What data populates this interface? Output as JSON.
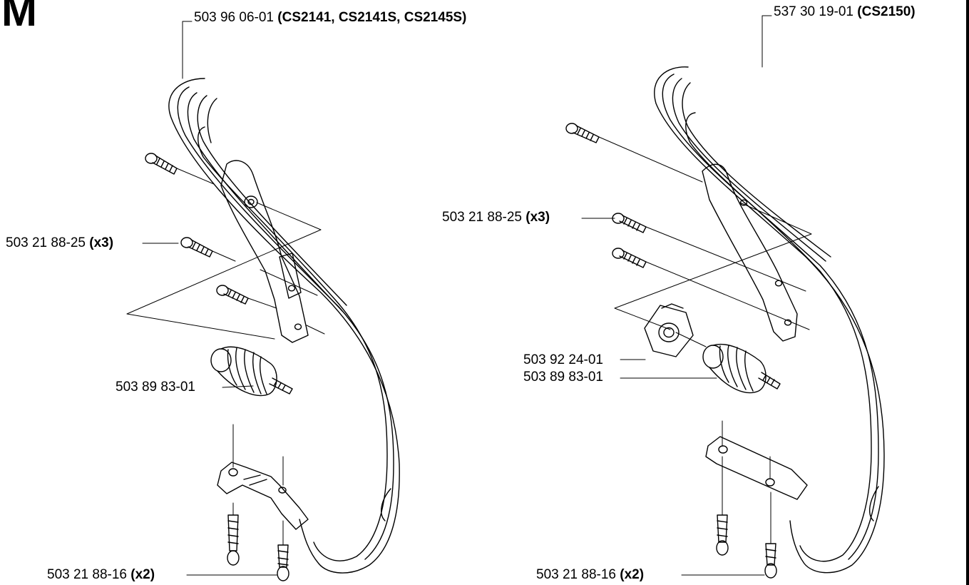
{
  "section_letter": "M",
  "left_assembly": {
    "handle": {
      "part": "503 96 06-01",
      "models": "(CS2141, CS2141S, CS2145S)"
    },
    "bolts_upper": {
      "part": "503 21 88-25",
      "qty": "(x3)"
    },
    "damper": {
      "part": "503 89 83-01"
    },
    "bolts_lower": {
      "part": "503 21 88-16",
      "qty": "(x2)"
    }
  },
  "right_assembly": {
    "handle": {
      "part": "537 30 19-01",
      "models": "(CS2150)"
    },
    "bolts_upper": {
      "part": "503 21 88-25",
      "qty": "(x3)"
    },
    "bracket": {
      "part": "503 92 24-01"
    },
    "damper": {
      "part": "503 89 83-01"
    },
    "bolts_lower": {
      "part": "503 21 88-16",
      "qty": "(x2)"
    }
  }
}
